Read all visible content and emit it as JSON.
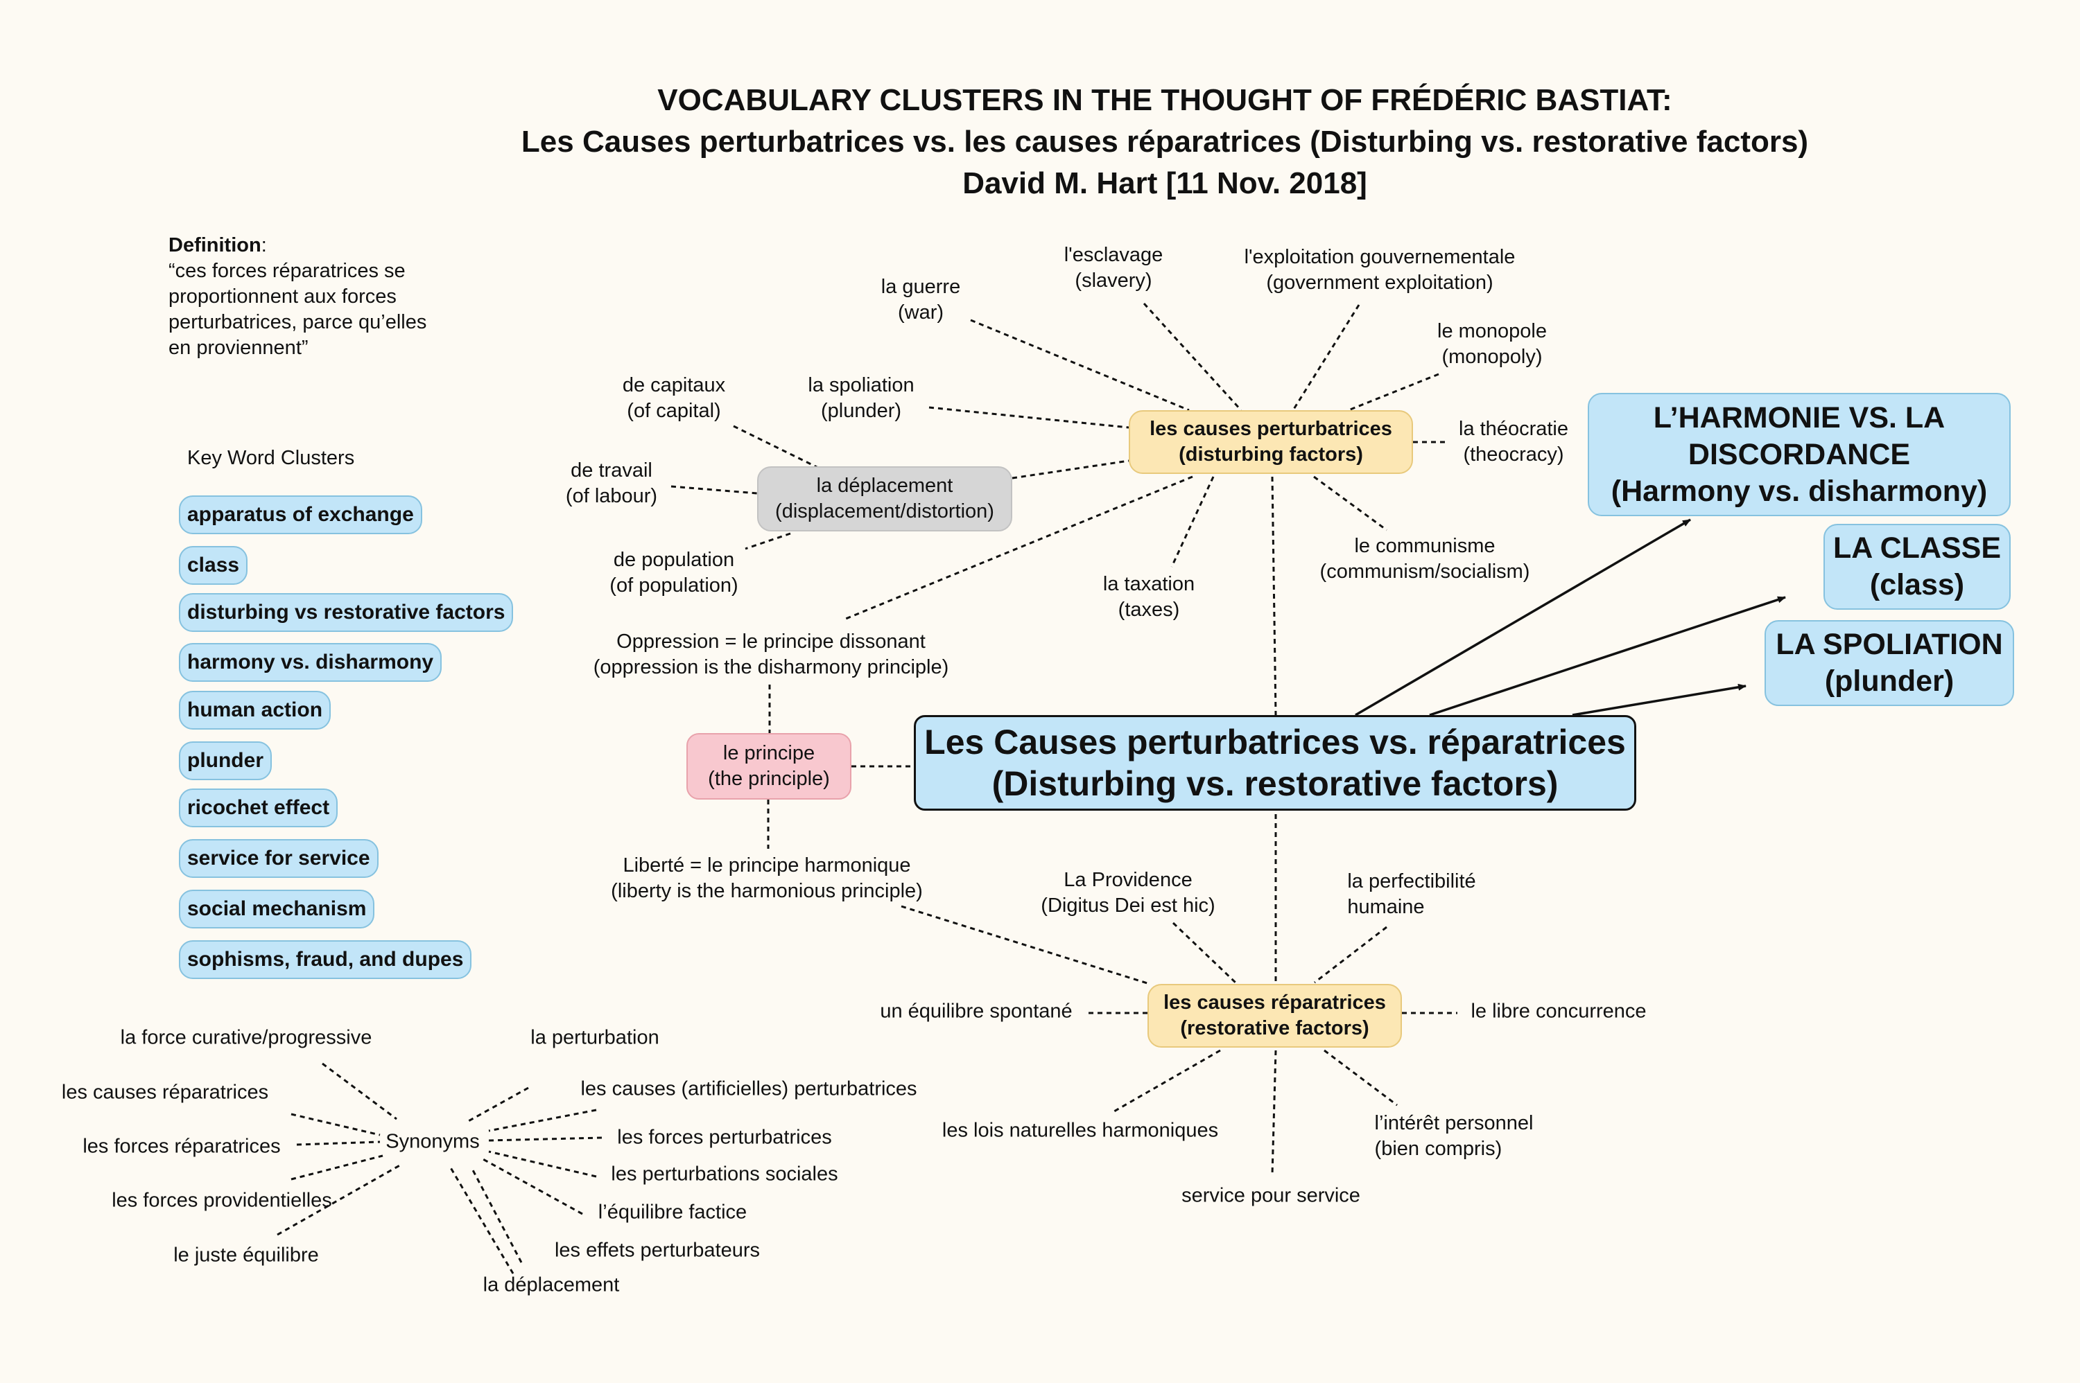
{
  "title": {
    "line1": "VOCABULARY CLUSTERS IN THE THOUGHT OF FRÉDÉRIC BASTIAT:",
    "line2": "Les Causes perturbatrices vs. les causes réparatrices (Disturbing vs. restorative factors)",
    "line3": "David M. Hart [11 Nov. 2018]"
  },
  "definition": {
    "label": "Definition",
    "colon": ":",
    "lines": [
      "“ces forces réparatrices se",
      "proportionnent aux forces",
      "perturbatrices, parce qu’elles",
      "en proviennent”"
    ]
  },
  "key_word_clusters": {
    "heading": "Key Word Clusters",
    "items": [
      "apparatus of exchange",
      "class",
      "disturbing vs restorative factors",
      "harmony vs. disharmony",
      "human action",
      "plunder",
      "ricochet effect",
      "service for service",
      "social mechanism",
      "sophisms, fraud, and dupes"
    ]
  },
  "central": {
    "line1": "Les Causes perturbatrices vs. réparatrices",
    "line2": "(Disturbing vs. restorative factors)"
  },
  "related": {
    "harmony": {
      "line1": "L’HARMONIE VS. LA",
      "line2": "DISCORDANCE",
      "line3": "(Harmony vs. disharmony)"
    },
    "class": {
      "line1": "LA CLASSE",
      "line2": "(class)"
    },
    "plunder": {
      "line1": "LA SPOLIATION",
      "line2": "(plunder)"
    }
  },
  "disturbing": {
    "hub": {
      "line1": "les causes perturbatrices",
      "line2": "(disturbing factors)"
    },
    "guerre": {
      "line1": "la guerre",
      "line2": "(war)"
    },
    "esclavage": {
      "line1": "l'esclavage",
      "line2": "(slavery)"
    },
    "exploitation": {
      "line1": "l'exploitation gouvernementale",
      "line2": "(government exploitation)"
    },
    "monopole": {
      "line1": "le monopole",
      "line2": "(monopoly)"
    },
    "theocratie": {
      "line1": "la théocratie",
      "line2": "(theocracy)"
    },
    "communisme": {
      "line1": "le communisme",
      "line2": "(communism/socialism)"
    },
    "taxation": {
      "line1": "la taxation",
      "line2": "(taxes)"
    },
    "spoliation": {
      "line1": "la spoliation",
      "line2": "(plunder)"
    }
  },
  "displacement": {
    "hub": {
      "line1": "la déplacement",
      "line2": "(displacement/distortion)"
    },
    "capitaux": {
      "line1": "de capitaux",
      "line2": "(of capital)"
    },
    "travail": {
      "line1": "de travail",
      "line2": "(of labour)"
    },
    "population": {
      "line1": "de population",
      "line2": "(of population)"
    }
  },
  "principle": {
    "hub": {
      "line1": "le principe",
      "line2": "(the principle)"
    },
    "oppression": {
      "line1": "Oppression = le principe dissonant",
      "line2": "(oppression is the disharmony principle)"
    },
    "liberte": {
      "line1": "Liberté =  le principe harmonique",
      "line2": "(liberty is the harmonious principle)"
    }
  },
  "restorative": {
    "hub": {
      "line1": "les causes réparatrices",
      "line2": "(restorative factors)"
    },
    "providence": {
      "line1": "La Providence",
      "line2": "(Digitus Dei est hic)"
    },
    "perfectibilite": {
      "line1": "la perfectibilité",
      "line2": "humaine"
    },
    "equilibre": "un équilibre spontané",
    "concurrence": "le libre concurrence",
    "lois": "les lois naturelles harmoniques",
    "interet": {
      "line1": "l’intérêt personnel",
      "line2": "(bien compris)"
    },
    "service": "service pour service"
  },
  "synonyms": {
    "hub": "Synonyms",
    "force_curative": "la force curative/progressive",
    "causes_reparatrices": "les causes réparatrices",
    "forces_reparatrices": "les forces réparatrices",
    "forces_providentielles": "les forces providentielles",
    "juste_equilibre": "le juste équilibre",
    "perturbation": "la perturbation",
    "causes_artificielles": "les causes (artificielles) perturbatrices",
    "forces_perturbatrices": "les forces perturbatrices",
    "perturbations_sociales": "les perturbations sociales",
    "equilibre_factice": "l’équilibre factice",
    "effets_perturbateurs": "les effets perturbateurs",
    "deplacement": "la déplacement"
  }
}
